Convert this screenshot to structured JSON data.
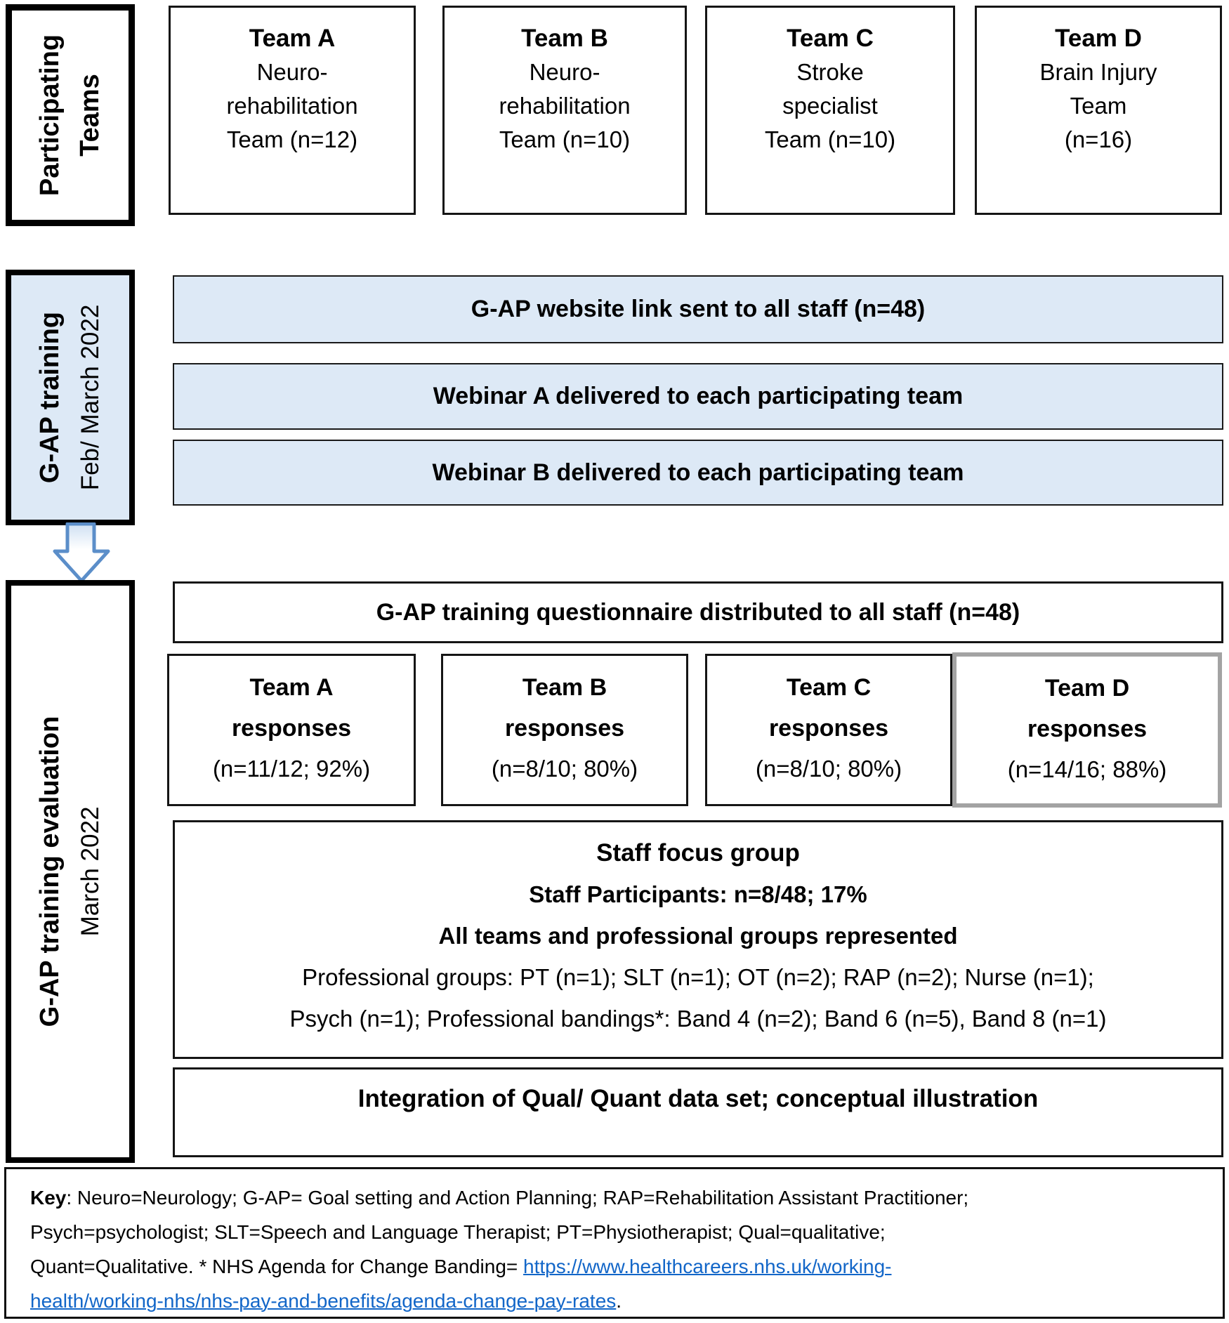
{
  "figure": {
    "type": "flow-diagram",
    "colors": {
      "light_blue_fill": "#dde9f6",
      "arrow_blue": "#5b8ec9",
      "link_blue": "#1266c8",
      "gray_border": "#a3a3a3"
    }
  },
  "sidebars": {
    "participating": {
      "line1": "Participating",
      "line2": "Teams"
    },
    "training": {
      "line1": "G-AP training",
      "line2": "Feb/ March 2022"
    },
    "evaluation": {
      "line1": "G-AP training evaluation",
      "line2": "March 2022"
    }
  },
  "teams": [
    {
      "title": "Team A",
      "desc": "Neuro-\nrehabilitation\nTeam (n=12)"
    },
    {
      "title": "Team B",
      "desc": "Neuro-\nrehabilitation\nTeam (n=10)"
    },
    {
      "title": "Team C",
      "desc": "Stroke\nspecialist\nTeam (n=10)"
    },
    {
      "title": "Team D",
      "desc": "Brain Injury\nTeam\n(n=16)"
    }
  ],
  "training_steps": [
    {
      "label": "G-AP website link sent to all staff (n=48)"
    },
    {
      "label": "Webinar A delivered to each participating team"
    },
    {
      "label": "Webinar B delivered to each participating team"
    }
  ],
  "evaluation": {
    "questionnaire": "G-AP training questionnaire distributed to all staff (n=48)",
    "responses": [
      {
        "title": "Team A\nresponses",
        "value": "(n=11/12; 92%)"
      },
      {
        "title": "Team B\nresponses",
        "value": "(n=8/10; 80%)"
      },
      {
        "title": "Team C\nresponses",
        "value": "(n=8/10; 80%)"
      },
      {
        "title": "Team D\nresponses",
        "value": "(n=14/16; 88%)"
      }
    ],
    "focus_group": {
      "title": "Staff focus group",
      "participants": "Staff Participants: n=8/48; 17%",
      "representation": "All teams and professional groups represented",
      "details": "Professional groups: PT (n=1); SLT (n=1); OT (n=2); RAP (n=2); Nurse (n=1);\nPsych (n=1); Professional bandings*: Band 4 (n=2); Band 6 (n=5), Band 8 (n=1)"
    },
    "integration": "Integration of Qual/ Quant data set; conceptual illustration"
  },
  "key": {
    "label": "Key",
    "text_before_link": ": Neuro=Neurology; G-AP= Goal setting and Action Planning; RAP=Rehabilitation Assistant Practitioner;\nPsych=psychologist; SLT=Speech and Language Therapist; PT=Physiotherapist; Qual=qualitative;\nQuant=Qualitative. * NHS Agenda for Change Banding= ",
    "link": "https://www.healthcareers.nhs.uk/working-\nhealth/working-nhs/nhs-pay-and-benefits/agenda-change-pay-rates",
    "link_href": "https://www.healthcareers.nhs.uk/working-health/working-nhs/nhs-pay-and-benefits/agenda-change-pay-rates",
    "after_link": "."
  }
}
